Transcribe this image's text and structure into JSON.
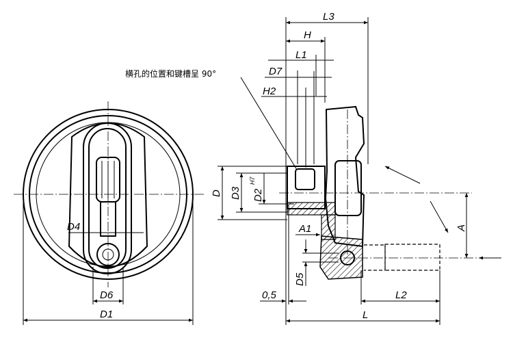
{
  "drawing": {
    "note": "横孔的位置和键槽呈 90°",
    "front_view": {
      "labels": {
        "D4": "D4",
        "D6": "D6",
        "D1": "D1"
      }
    },
    "side_view": {
      "labels": {
        "L3": "L3",
        "H": "H",
        "L1": "L1",
        "D7": "D7",
        "H2": "H2",
        "D": "D",
        "D3": "D3",
        "D2": "D2",
        "D2_tol": "H7",
        "A1": "A1",
        "D5": "D5",
        "offset": "0,5",
        "L2": "L2",
        "L": "L",
        "A": "A"
      }
    }
  }
}
